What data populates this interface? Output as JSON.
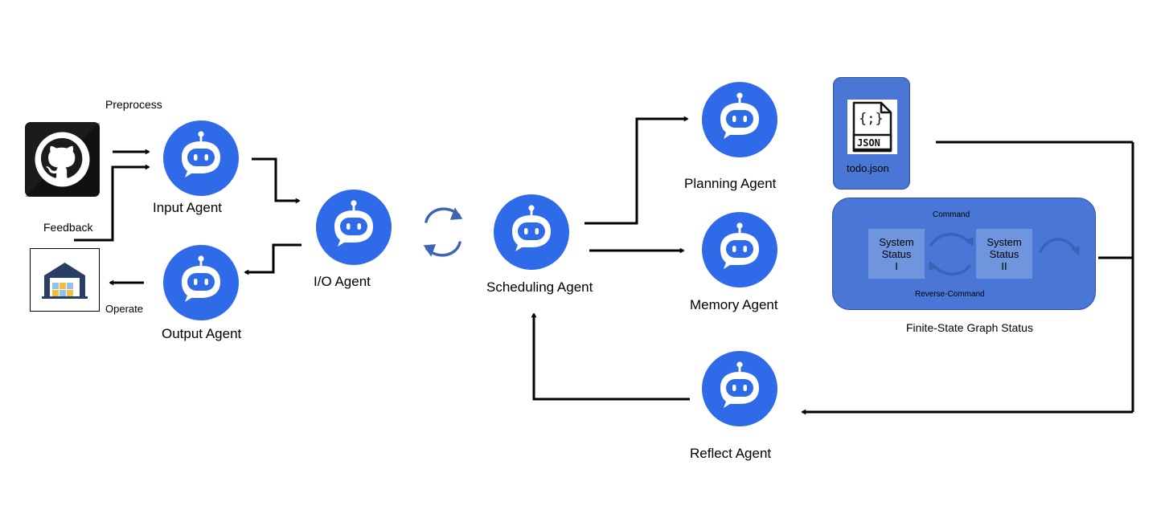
{
  "labels": {
    "preprocess": "Preprocess",
    "feedback": "Feedback",
    "operate": "Operate",
    "input_agent": "Input Agent",
    "output_agent": "Output Agent",
    "io_agent": "I/O Agent",
    "scheduling_agent": "Scheduling Agent",
    "planning_agent": "Planning Agent",
    "memory_agent": "Memory Agent",
    "reflect_agent": "Reflect Agent",
    "todo_file": "todo.json",
    "json_glyph": "{;}",
    "json_badge": "JSON",
    "command": "Command",
    "reverse_command": "Reverse-Command",
    "status_1_line1": "System",
    "status_1_line2": "Status",
    "status_1_line3": "I",
    "status_2_line1": "System",
    "status_2_line2": "Status",
    "status_2_line3": "II",
    "graph_caption": "Finite-State Graph Status"
  },
  "colors": {
    "agent_blue": "#2f6ae8",
    "panel_blue": "#4a77d6",
    "panel_border": "#2f52a7",
    "status_box": "#6f95de",
    "cycle_arrow": "#3c66b4",
    "github_dark": "#1b1b1b",
    "warehouse_navy": "#283f65",
    "warehouse_yellow": "#f2be3b",
    "warehouse_lightblue": "#8fc3ea"
  },
  "icons": {
    "agent": "robot-chat-icon",
    "source": "github-icon",
    "target": "warehouse-icon",
    "file": "json-file-icon"
  }
}
